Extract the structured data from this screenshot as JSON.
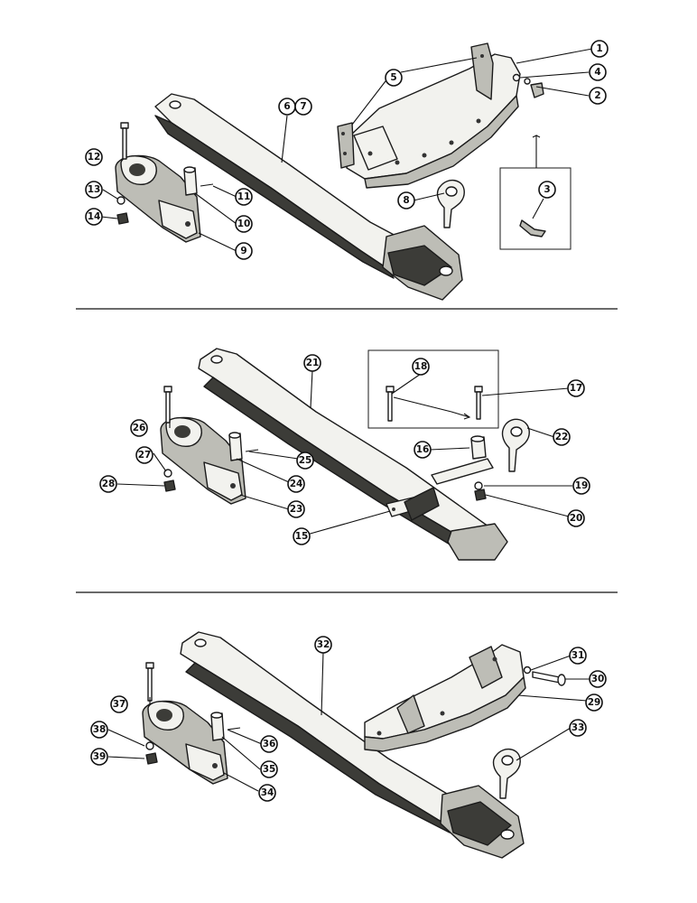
{
  "callouts": [
    {
      "id": "c1",
      "label": "1"
    },
    {
      "id": "c2",
      "label": "2"
    },
    {
      "id": "c3",
      "label": "3"
    },
    {
      "id": "c4",
      "label": "4"
    },
    {
      "id": "c5",
      "label": "5"
    },
    {
      "id": "c6",
      "label": "6"
    },
    {
      "id": "c7",
      "label": "7"
    },
    {
      "id": "c8",
      "label": "8"
    },
    {
      "id": "c9",
      "label": "9"
    },
    {
      "id": "c10",
      "label": "10"
    },
    {
      "id": "c11",
      "label": "11"
    },
    {
      "id": "c12",
      "label": "12"
    },
    {
      "id": "c13",
      "label": "13"
    },
    {
      "id": "c14",
      "label": "14"
    },
    {
      "id": "c15",
      "label": "15"
    },
    {
      "id": "c16",
      "label": "16"
    },
    {
      "id": "c17",
      "label": "17"
    },
    {
      "id": "c18",
      "label": "18"
    },
    {
      "id": "c19",
      "label": "19"
    },
    {
      "id": "c20",
      "label": "20"
    },
    {
      "id": "c21",
      "label": "21"
    },
    {
      "id": "c22",
      "label": "22"
    },
    {
      "id": "c23",
      "label": "23"
    },
    {
      "id": "c24",
      "label": "24"
    },
    {
      "id": "c25",
      "label": "25"
    },
    {
      "id": "c26",
      "label": "26"
    },
    {
      "id": "c27",
      "label": "27"
    },
    {
      "id": "c28",
      "label": "28"
    },
    {
      "id": "c29",
      "label": "29"
    },
    {
      "id": "c30",
      "label": "30"
    },
    {
      "id": "c31",
      "label": "31"
    },
    {
      "id": "c32",
      "label": "32"
    },
    {
      "id": "c33",
      "label": "33"
    },
    {
      "id": "c34",
      "label": "34"
    },
    {
      "id": "c35",
      "label": "35"
    },
    {
      "id": "c36",
      "label": "36"
    },
    {
      "id": "c37",
      "label": "37"
    },
    {
      "id": "c38",
      "label": "38"
    },
    {
      "id": "c39",
      "label": "39"
    }
  ]
}
